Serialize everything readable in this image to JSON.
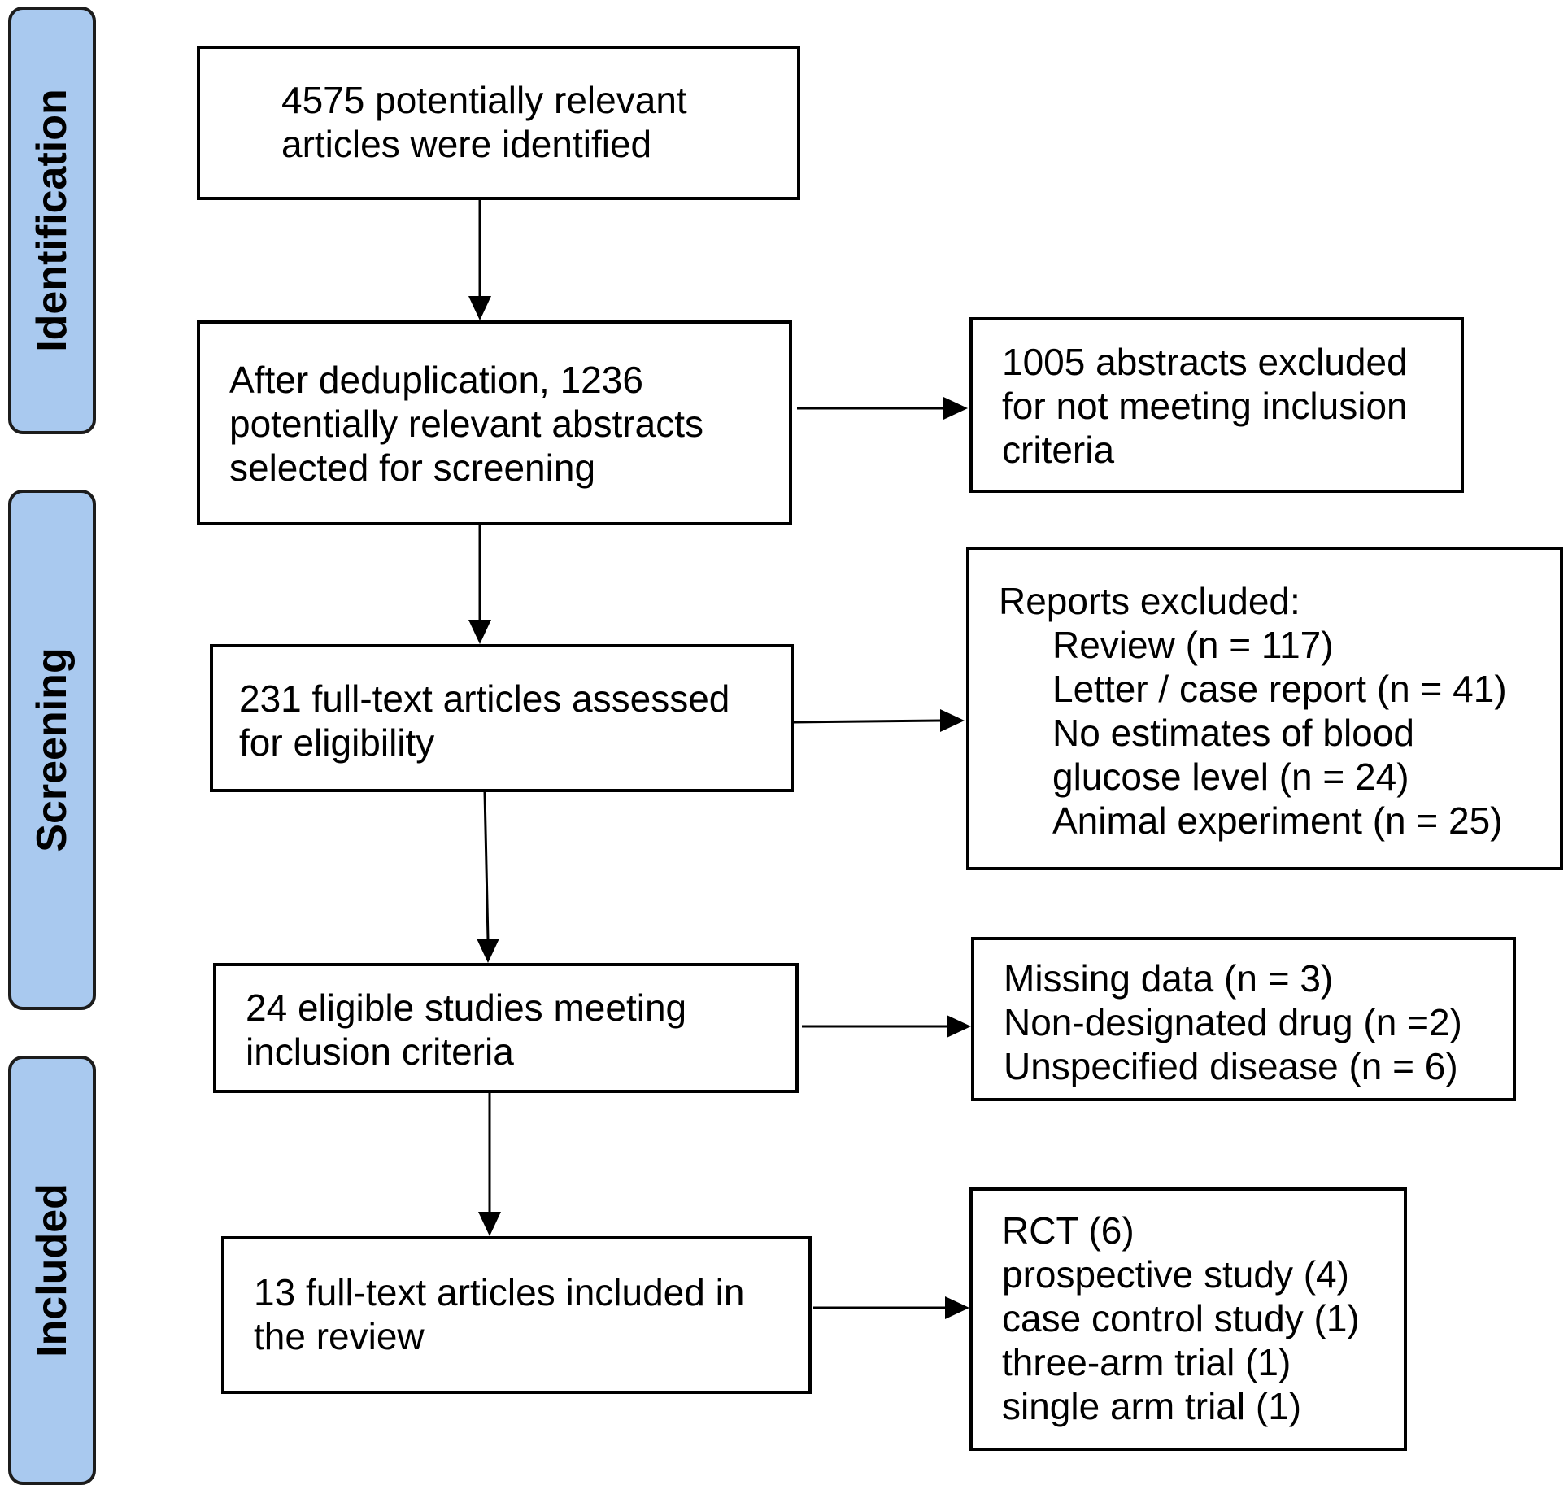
{
  "phases": {
    "identification": "Identification",
    "screening": "Screening",
    "included": "Included"
  },
  "colors": {
    "phase_fill": "#a9c9ef",
    "stroke": "#000000"
  },
  "boxes": {
    "identified": [
      "4575 potentially relevant",
      "articles were identified"
    ],
    "deduplicated": [
      "After deduplication, 1236",
      "potentially relevant abstracts",
      "selected for screening"
    ],
    "abstracts_excluded": [
      "1005 abstracts excluded",
      "for not meeting inclusion",
      "criteria"
    ],
    "fulltext_assessed": [
      "231 full-text articles assessed",
      "for eligibility"
    ],
    "reports_excluded": {
      "heading": "Reports excluded:",
      "items": [
        "Review (n = 117)",
        "Letter / case report (n = 41)",
        "No estimates of blood",
        "glucose level (n = 24)",
        "Animal experiment (n = 25)"
      ]
    },
    "eligible": [
      "24 eligible studies meeting",
      "inclusion criteria"
    ],
    "eligible_excluded": [
      "Missing data (n = 3)",
      "Non-designated drug (n =2)",
      "Unspecified disease (n = 6)"
    ],
    "included": [
      "13 full-text articles included in",
      "the review"
    ],
    "study_types": [
      "RCT (6)",
      "prospective study (4)",
      "case control study (1)",
      "three-arm trial (1)",
      "single arm trial (1)"
    ]
  }
}
